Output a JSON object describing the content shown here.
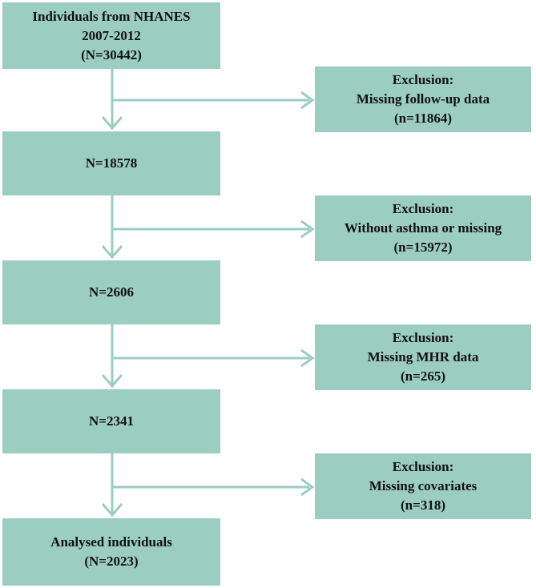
{
  "colors": {
    "box": "#9ccdc1",
    "arrow": "#9ccdc1",
    "text": "#111111"
  },
  "main_boxes": [
    {
      "lines": [
        "Individuals from NHANES",
        "2007-2012",
        "(N=30442)"
      ]
    },
    {
      "lines": [
        "N=18578"
      ]
    },
    {
      "lines": [
        "N=2606"
      ]
    },
    {
      "lines": [
        "N=2341"
      ]
    },
    {
      "lines": [
        "Analysed individuals",
        "(N=2023)"
      ]
    }
  ],
  "exclusion_boxes": [
    {
      "lines": [
        "Exclusion:",
        "Missing follow-up data",
        "(n=11864)"
      ]
    },
    {
      "lines": [
        "Exclusion:",
        "Without asthma or missing",
        "(n=15972)"
      ]
    },
    {
      "lines": [
        "Exclusion:",
        "Missing MHR data",
        "(n=265)"
      ]
    },
    {
      "lines": [
        "Exclusion:",
        "Missing covariates",
        "(n=318)"
      ]
    }
  ]
}
